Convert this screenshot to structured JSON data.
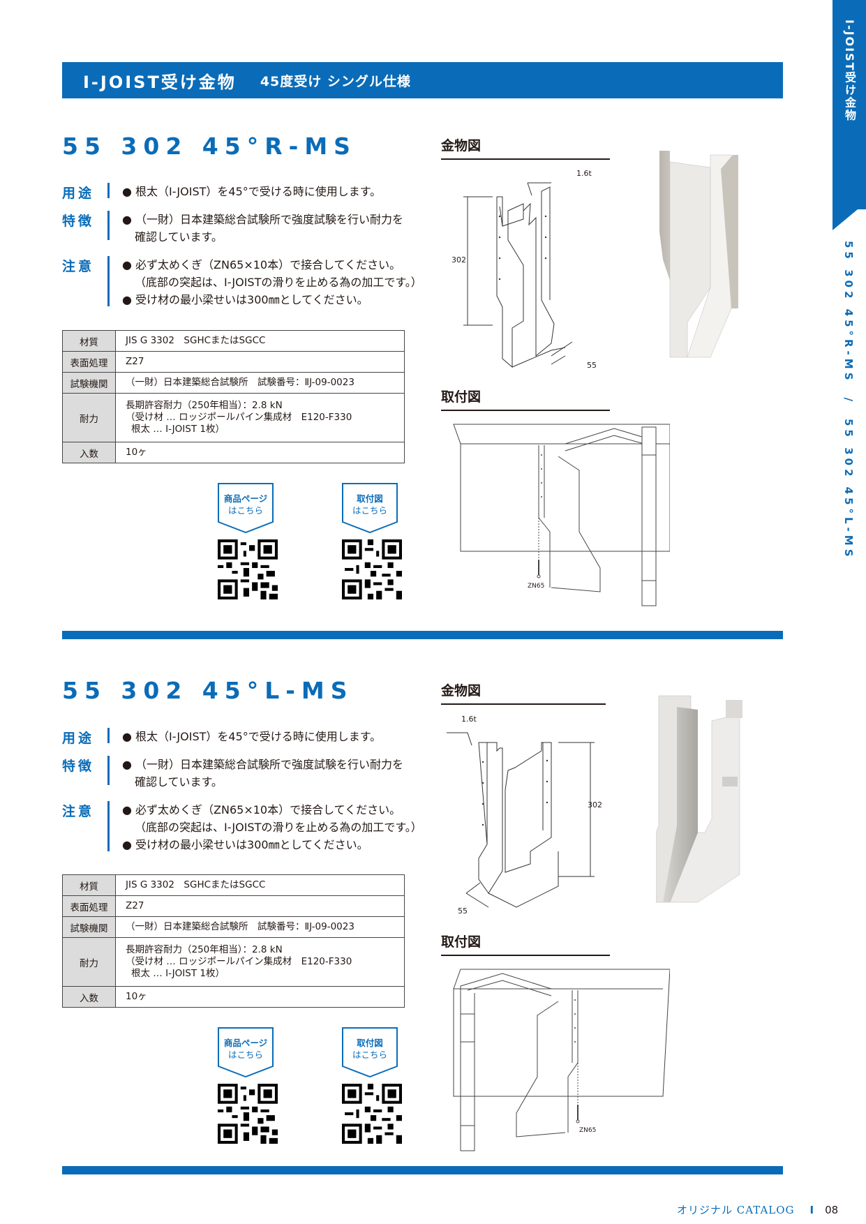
{
  "side_tab": {
    "category": "I-JOIST受け金物",
    "models": "55 302 45°R-MS　/　55 302 45°L-MS"
  },
  "header": {
    "title": "I-JOIST受け金物",
    "subtitle": "45度受け シングル仕様"
  },
  "products": [
    {
      "model": "55 302 45°R-MS",
      "usage_label": "用途",
      "usage_text": "● 根太（I-JOIST）を45°で受ける時に使用します。",
      "feature_label": "特徴",
      "feature_line1": "● （一財）日本建築総合試験所で強度試験を行い耐力を",
      "feature_line2": "確認しています。",
      "caution_label": "注意",
      "caution_line1": "● 必ず太めくぎ（ZN65×10本）で接合してください。",
      "caution_line2": "（底部の突起は、I-JOISTの滑りを止める為の加工です。）",
      "caution_line3": "● 受け材の最小梁せいは300㎜としてください。",
      "specs": {
        "material_label": "材質",
        "material_value": "JIS G 3302　SGHCまたはSGCC",
        "surface_label": "表面処理",
        "surface_value": "Z27",
        "testing_label": "試験機関",
        "testing_value": "（一財）日本建築総合試験所　試験番号：ⅡJ-09-0023",
        "strength_label": "耐力",
        "strength_line1": "長期許容耐力（250年相当）：2.8 kN",
        "strength_line2": "（受け材 … ロッジポールパイン集成材　E120-F330",
        "strength_line3": "根太 … I-JOIST 1枚）",
        "quantity_label": "入数",
        "quantity_value": "10ヶ"
      },
      "qr_product": {
        "line1": "商品ページ",
        "line2": "はこちら"
      },
      "qr_install": {
        "line1": "取付図",
        "line2": "はこちら"
      },
      "hardware_heading": "金物図",
      "install_heading": "取付図",
      "dim_thickness": "1.6t",
      "dim_height": "302",
      "dim_width": "55",
      "nail_label": "ZN65"
    },
    {
      "model": "55 302 45°L-MS",
      "usage_label": "用途",
      "usage_text": "● 根太（I-JOIST）を45°で受ける時に使用します。",
      "feature_label": "特徴",
      "feature_line1": "● （一財）日本建築総合試験所で強度試験を行い耐力を",
      "feature_line2": "確認しています。",
      "caution_label": "注意",
      "caution_line1": "● 必ず太めくぎ（ZN65×10本）で接合してください。",
      "caution_line2": "（底部の突起は、I-JOISTの滑りを止める為の加工です。）",
      "caution_line3": "● 受け材の最小梁せいは300㎜としてください。",
      "specs": {
        "material_label": "材質",
        "material_value": "JIS G 3302　SGHCまたはSGCC",
        "surface_label": "表面処理",
        "surface_value": "Z27",
        "testing_label": "試験機関",
        "testing_value": "（一財）日本建築総合試験所　試験番号：ⅡJ-09-0023",
        "strength_label": "耐力",
        "strength_line1": "長期許容耐力（250年相当）：2.8 kN",
        "strength_line2": "（受け材 … ロッジポールパイン集成材　E120-F330",
        "strength_line3": "根太 … I-JOIST 1枚）",
        "quantity_label": "入数",
        "quantity_value": "10ヶ"
      },
      "qr_product": {
        "line1": "商品ページ",
        "line2": "はこちら"
      },
      "qr_install": {
        "line1": "取付図",
        "line2": "はこちら"
      },
      "hardware_heading": "金物図",
      "install_heading": "取付図",
      "dim_thickness": "1.6t",
      "dim_height": "302",
      "dim_width": "55",
      "nail_label": "ZN65"
    }
  ],
  "footer": {
    "catalog": "オリジナル CATALOG",
    "separator": "I",
    "page": "08"
  },
  "colors": {
    "brand_blue": "#0a6cb8",
    "table_header_gray": "#dcdcdc"
  }
}
